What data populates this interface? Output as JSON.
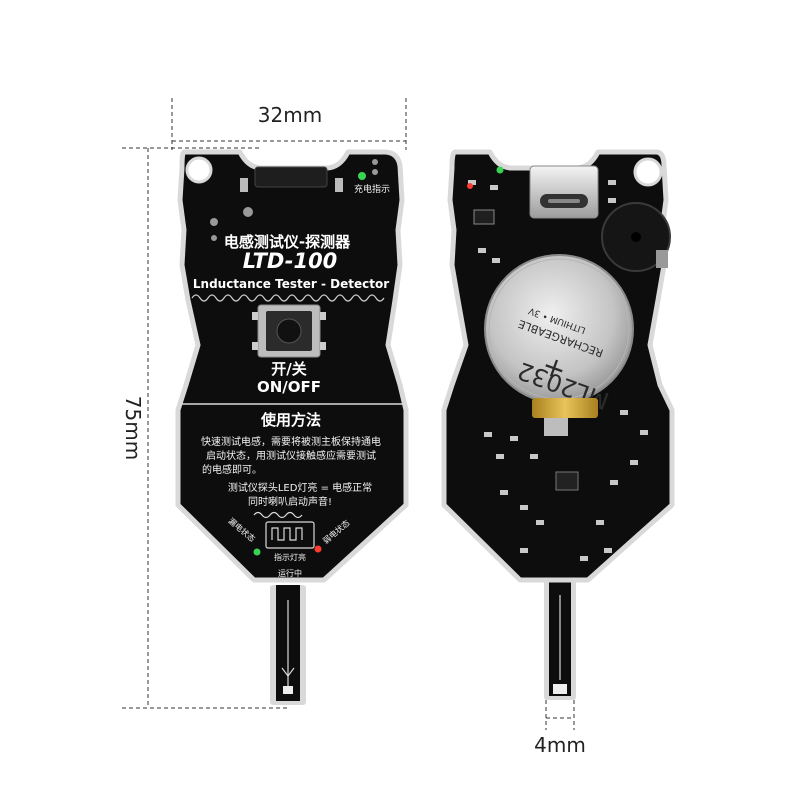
{
  "dimensions": {
    "width_label": "32mm",
    "height_label": "75mm",
    "probe_width_label": "4mm"
  },
  "front": {
    "charge_label": "充电指示",
    "title_cn": "电感测试仪-探测器",
    "model": "LTD-100",
    "title_en": "Lnductance Tester - Detector",
    "switch_cn": "开/关",
    "switch_en": "ON/OFF",
    "usage_title": "使用方法",
    "usage_lines": [
      "快速测试电感，需要将被测主板保持通电",
      "启动状态，用测试仪接触感应需要测试",
      "的电感即可。"
    ],
    "result_lines": [
      "测试仪探头LED灯亮 = 电感正常",
      "同时喇叭启动声音!"
    ],
    "label_leak": "漏电状态",
    "label_weak": "弱电状态",
    "label_indicator": "指示灯亮",
    "label_running": "运行中"
  },
  "back": {
    "battery_model": "ML2032",
    "battery_plus": "+",
    "battery_type": "RECHARGEABLE",
    "battery_chem": "LITHIUM • 3V"
  },
  "colors": {
    "pcb": "#0d0d0d",
    "edge": "#d9d9d9",
    "battery": "#c8c8c8",
    "led_green": "#39d353",
    "led_red": "#ff3b30"
  }
}
